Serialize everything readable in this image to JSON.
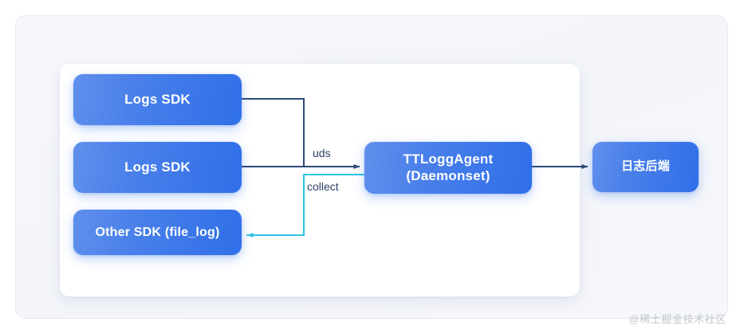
{
  "diagram": {
    "nodes": [
      {
        "id": "logs-sdk-1",
        "label": "Logs SDK"
      },
      {
        "id": "logs-sdk-2",
        "label": "Logs SDK"
      },
      {
        "id": "other-sdk",
        "label": "Other SDK (file_log)"
      },
      {
        "id": "ttloggagent",
        "label_line1": "TTLoggAgent",
        "label_line2": "(Daemonset)"
      },
      {
        "id": "log-backend",
        "label": "日志后端"
      }
    ],
    "edges": [
      {
        "id": "uds",
        "label": "uds",
        "from": "logs-sdk-1,logs-sdk-2",
        "to": "ttloggagent",
        "color": "#2d4a78"
      },
      {
        "id": "collect",
        "label": "collect",
        "from": "ttloggagent",
        "to": "other-sdk",
        "color": "#2ec3e6"
      },
      {
        "id": "out",
        "label": "",
        "from": "ttloggagent",
        "to": "log-backend",
        "color": "#2d4a78"
      }
    ]
  },
  "colors": {
    "node_gradient_start": "#6090ec",
    "node_gradient_end": "#2f6fe8",
    "edge_navy": "#2d4a78",
    "edge_cyan": "#2ec3e6",
    "panel_background": "#ffffff",
    "outer_background": "#f5f6fb",
    "watermark": "#c3c6cf"
  },
  "watermark": {
    "text": "@稀土掘金技术社区"
  }
}
